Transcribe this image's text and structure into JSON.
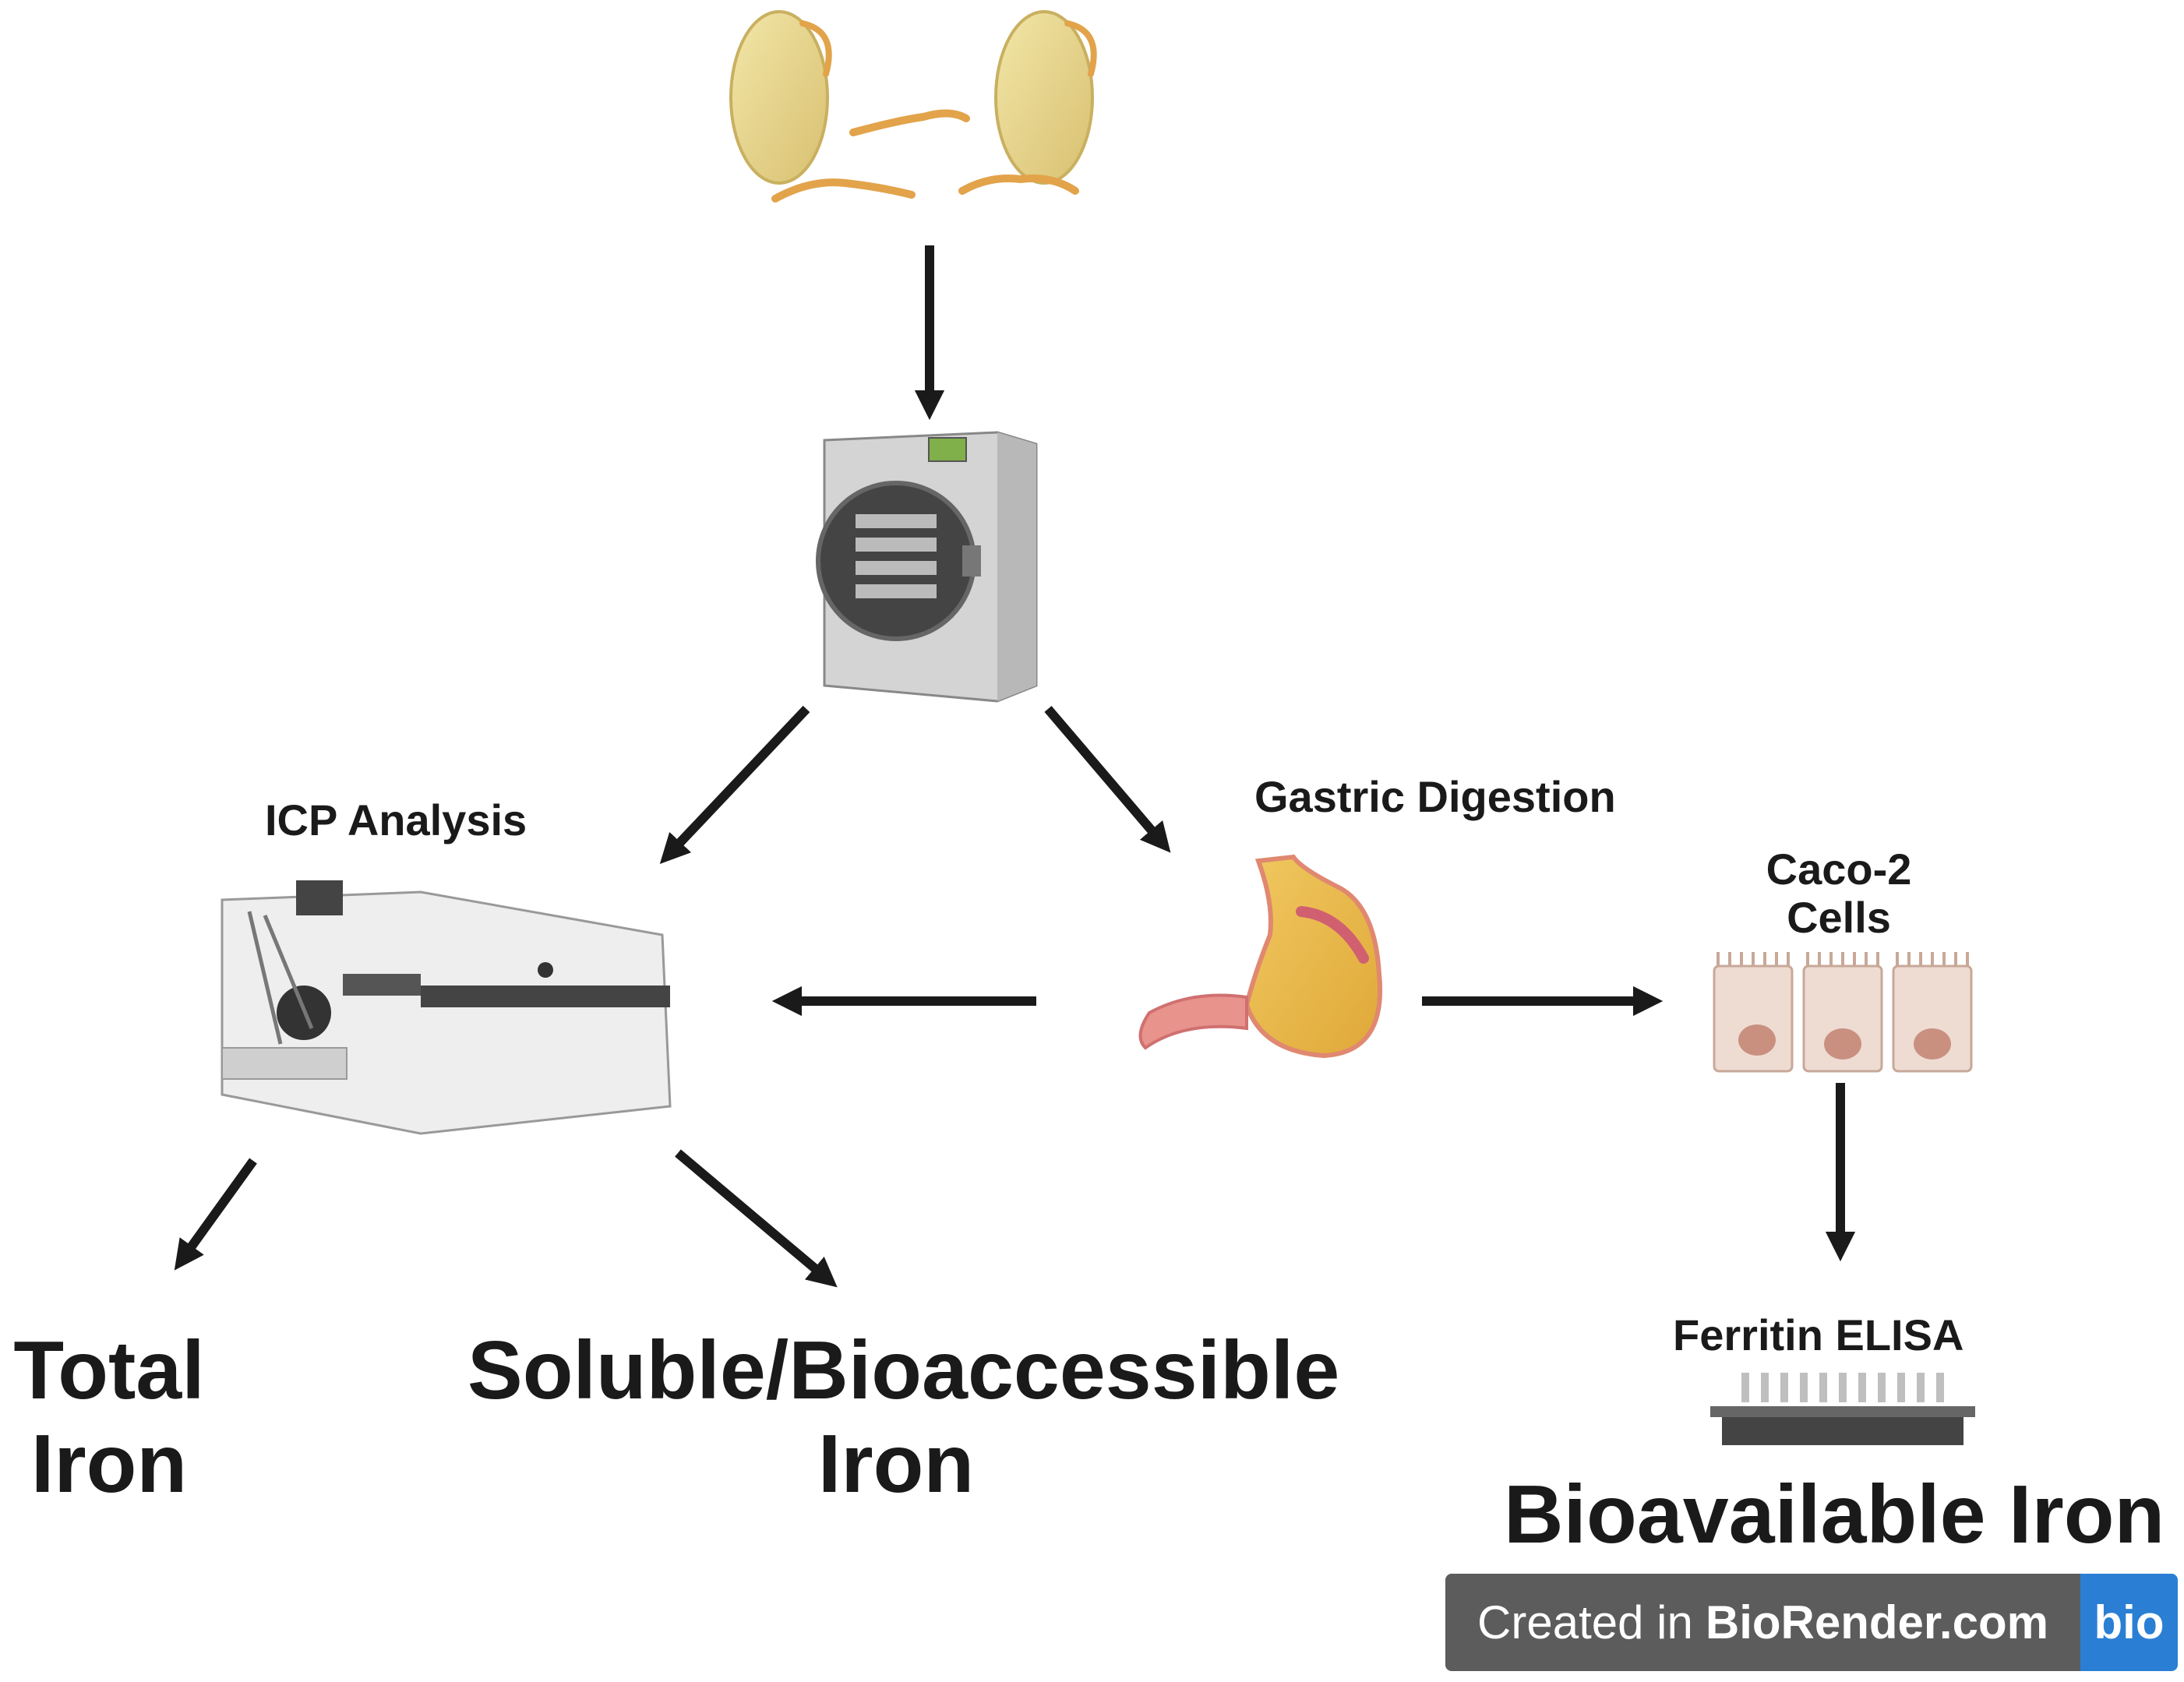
{
  "labels": {
    "icp_analysis": "ICP Analysis",
    "gastric_digestion": "Gastric Digestion",
    "caco2_line1": "Caco-2",
    "caco2_line2": "Cells",
    "ferritin_elisa": "Ferritin ELISA",
    "total_iron_line1": "Total",
    "total_iron_line2": "Iron",
    "soluble_line1": "Soluble/Bioaccessible",
    "soluble_line2": "Iron",
    "bioavailable": "Bioavailable Iron"
  },
  "watermark": {
    "created_in": "Created in",
    "brand": "BioRender.com",
    "logo": "bio"
  },
  "icons": [
    "soybean-sprouts-icon",
    "freeze-dryer-icon",
    "icp-spectrometer-icon",
    "stomach-icon",
    "caco2-cells-icon",
    "elisa-plate-icon"
  ],
  "colors": {
    "arrow": "#1a1a1a",
    "bean": "#e6d48a",
    "sprout": "#e2a34a",
    "stomach": "#e9b84a",
    "cell": "#eedcd3",
    "nucleus": "#c99080",
    "badge": "#5c5c5c",
    "logo": "#2a7fd4"
  }
}
